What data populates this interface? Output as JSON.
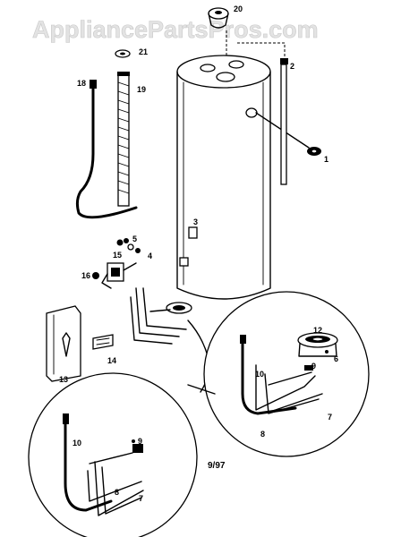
{
  "watermark": "AppliancePartsPros.com",
  "date_code": "9/97",
  "part_callouts": [
    "1",
    "2",
    "3",
    "4",
    "5",
    "6",
    "7",
    "8",
    "9",
    "10",
    "12",
    "13",
    "14",
    "15",
    "16",
    "18",
    "19",
    "20",
    "21"
  ],
  "detail_callouts": [
    "10",
    "9",
    "8",
    "7"
  ]
}
